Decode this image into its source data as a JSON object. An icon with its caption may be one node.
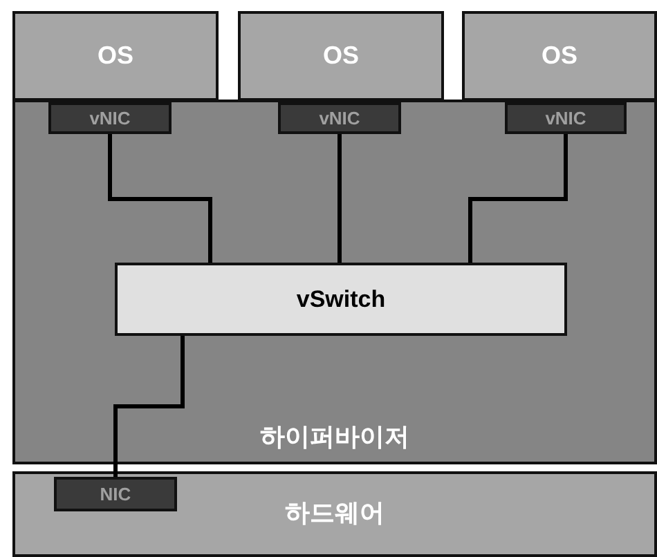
{
  "diagram": {
    "nodes": [
      {
        "text": [
          "OS"
        ]
      },
      {
        "text": [
          "OS"
        ]
      },
      {
        "text": [
          "OS"
        ]
      },
      {
        "text": [
          "하이퍼바이저"
        ]
      },
      {
        "text": [
          "vNIC"
        ],
        "in": 3
      },
      {
        "text": [
          "vNIC"
        ],
        "in": 3
      },
      {
        "text": [
          "vNIC"
        ],
        "in": 3
      },
      {
        "text": [
          "vSwitch"
        ],
        "in": 3
      },
      {
        "text": [
          "하드웨어"
        ]
      },
      {
        "text": [
          "NIC"
        ],
        "in": 8
      }
    ],
    "edges": [
      {
        "from": 4,
        "to": 7,
        "arrow": "none"
      },
      {
        "from": 5,
        "to": 7,
        "arrow": "none"
      },
      {
        "from": 6,
        "to": 7,
        "arrow": "none"
      },
      {
        "from": 7,
        "to": 9,
        "arrow": "none"
      }
    ]
  }
}
